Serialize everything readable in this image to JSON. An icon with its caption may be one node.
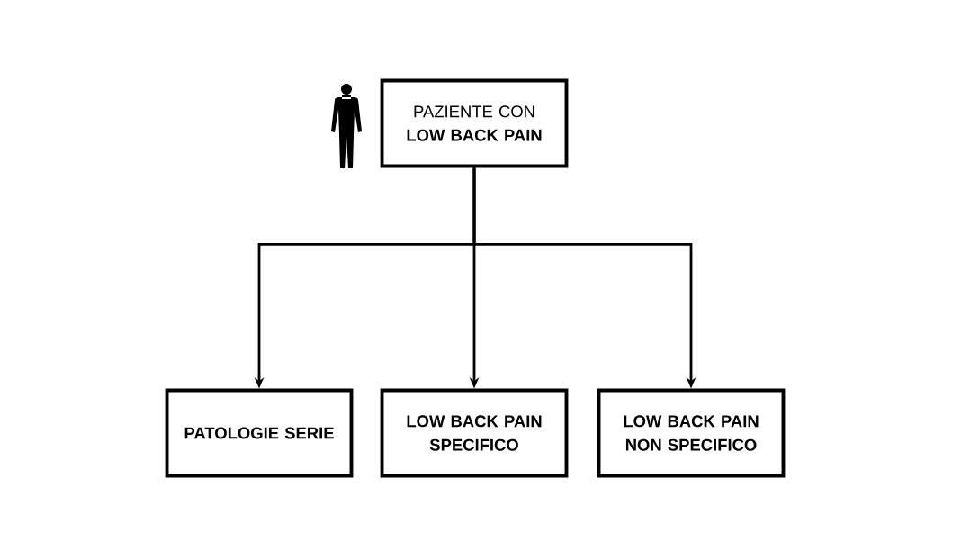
{
  "diagram": {
    "nodes": [
      {
        "text": [
          "PAZIENTE CON **LOW BACK PAIN**"
        ]
      },
      {
        "text": [
          "PATOLOGIE SERIE"
        ]
      },
      {
        "text": [
          "LOW BACK PAIN SPECIFICO"
        ]
      },
      {
        "text": [
          "LOW BACK PAIN NON SPECIFICO"
        ]
      }
    ],
    "edges": [
      {
        "from": 0,
        "to": 1,
        "arrow": "to"
      },
      {
        "from": 0,
        "to": 2,
        "arrow": "to"
      },
      {
        "from": 0,
        "to": 3,
        "arrow": "to"
      }
    ]
  }
}
